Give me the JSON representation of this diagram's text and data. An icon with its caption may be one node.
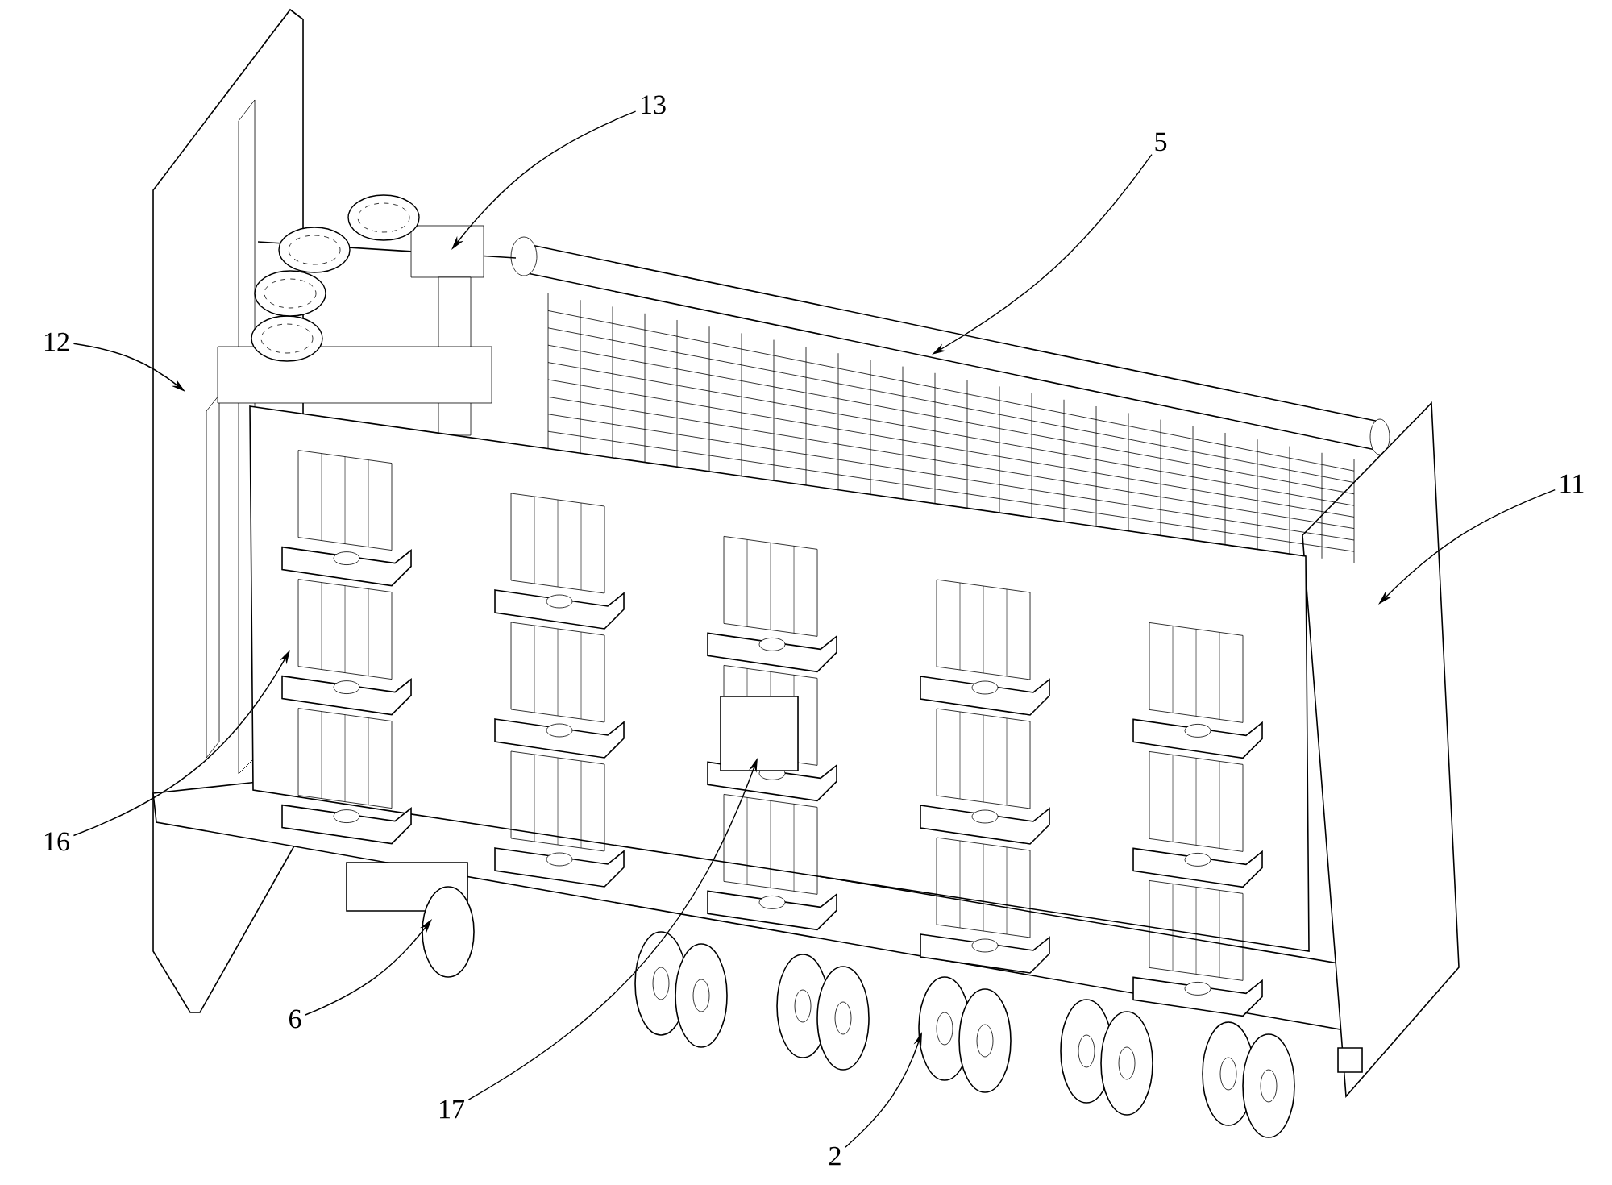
{
  "diagram": {
    "nodes": [
      {
        "text": [
          "13"
        ]
      },
      {
        "text": [
          "5"
        ]
      },
      {
        "text": [
          "12"
        ]
      },
      {
        "text": [
          "11"
        ]
      },
      {
        "text": [
          "16"
        ]
      },
      {
        "text": [
          "6"
        ]
      },
      {
        "text": [
          "17"
        ]
      },
      {
        "text": [
          "2"
        ]
      }
    ],
    "edges": [
      {
        "from": 0,
        "to": null,
        "arrow": "to"
      },
      {
        "from": 1,
        "to": null,
        "arrow": "to"
      },
      {
        "from": 2,
        "to": null,
        "arrow": "to"
      },
      {
        "from": 3,
        "to": null,
        "arrow": "to"
      },
      {
        "from": 4,
        "to": null,
        "arrow": "to"
      },
      {
        "from": 5,
        "to": null,
        "arrow": "to"
      },
      {
        "from": 6,
        "to": null,
        "arrow": "to"
      },
      {
        "from": 7,
        "to": null,
        "arrow": "to"
      }
    ]
  }
}
